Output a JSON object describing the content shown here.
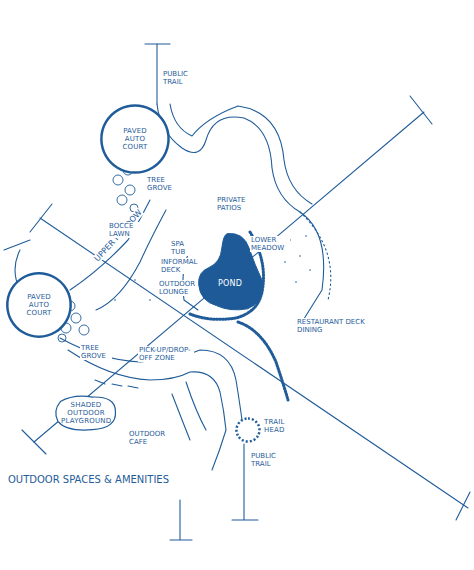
{
  "diagram": {
    "caption": "OUTDOOR SPACES & AMENITIES",
    "nodes": [
      {
        "text": [
          "PAVED AUTO COURT"
        ]
      },
      {
        "text": [
          "PAVED AUTO COURT"
        ]
      },
      {
        "text": [
          "POND"
        ]
      },
      {
        "text": [
          "SHADED OUTDOOR PLAYGROUND"
        ]
      },
      {
        "text": [
          "TRAIL HEAD"
        ]
      }
    ],
    "labels": [
      "PUBLIC TRAIL",
      "TREE GROVE",
      "PRIVATE PATIOS",
      "LOWER MEADOW",
      "UPPER MEADOW",
      "BOCCE LAWN",
      "SPA TUB",
      "INFORMAL DECK",
      "OUTDOOR LOUNGE",
      "TREE GROVE",
      "RESTAURANT DECK DINING",
      "PICK-UP/DROP-OFF ZONE",
      "OUTDOOR CAFE",
      "PUBLIC TRAIL"
    ]
  }
}
